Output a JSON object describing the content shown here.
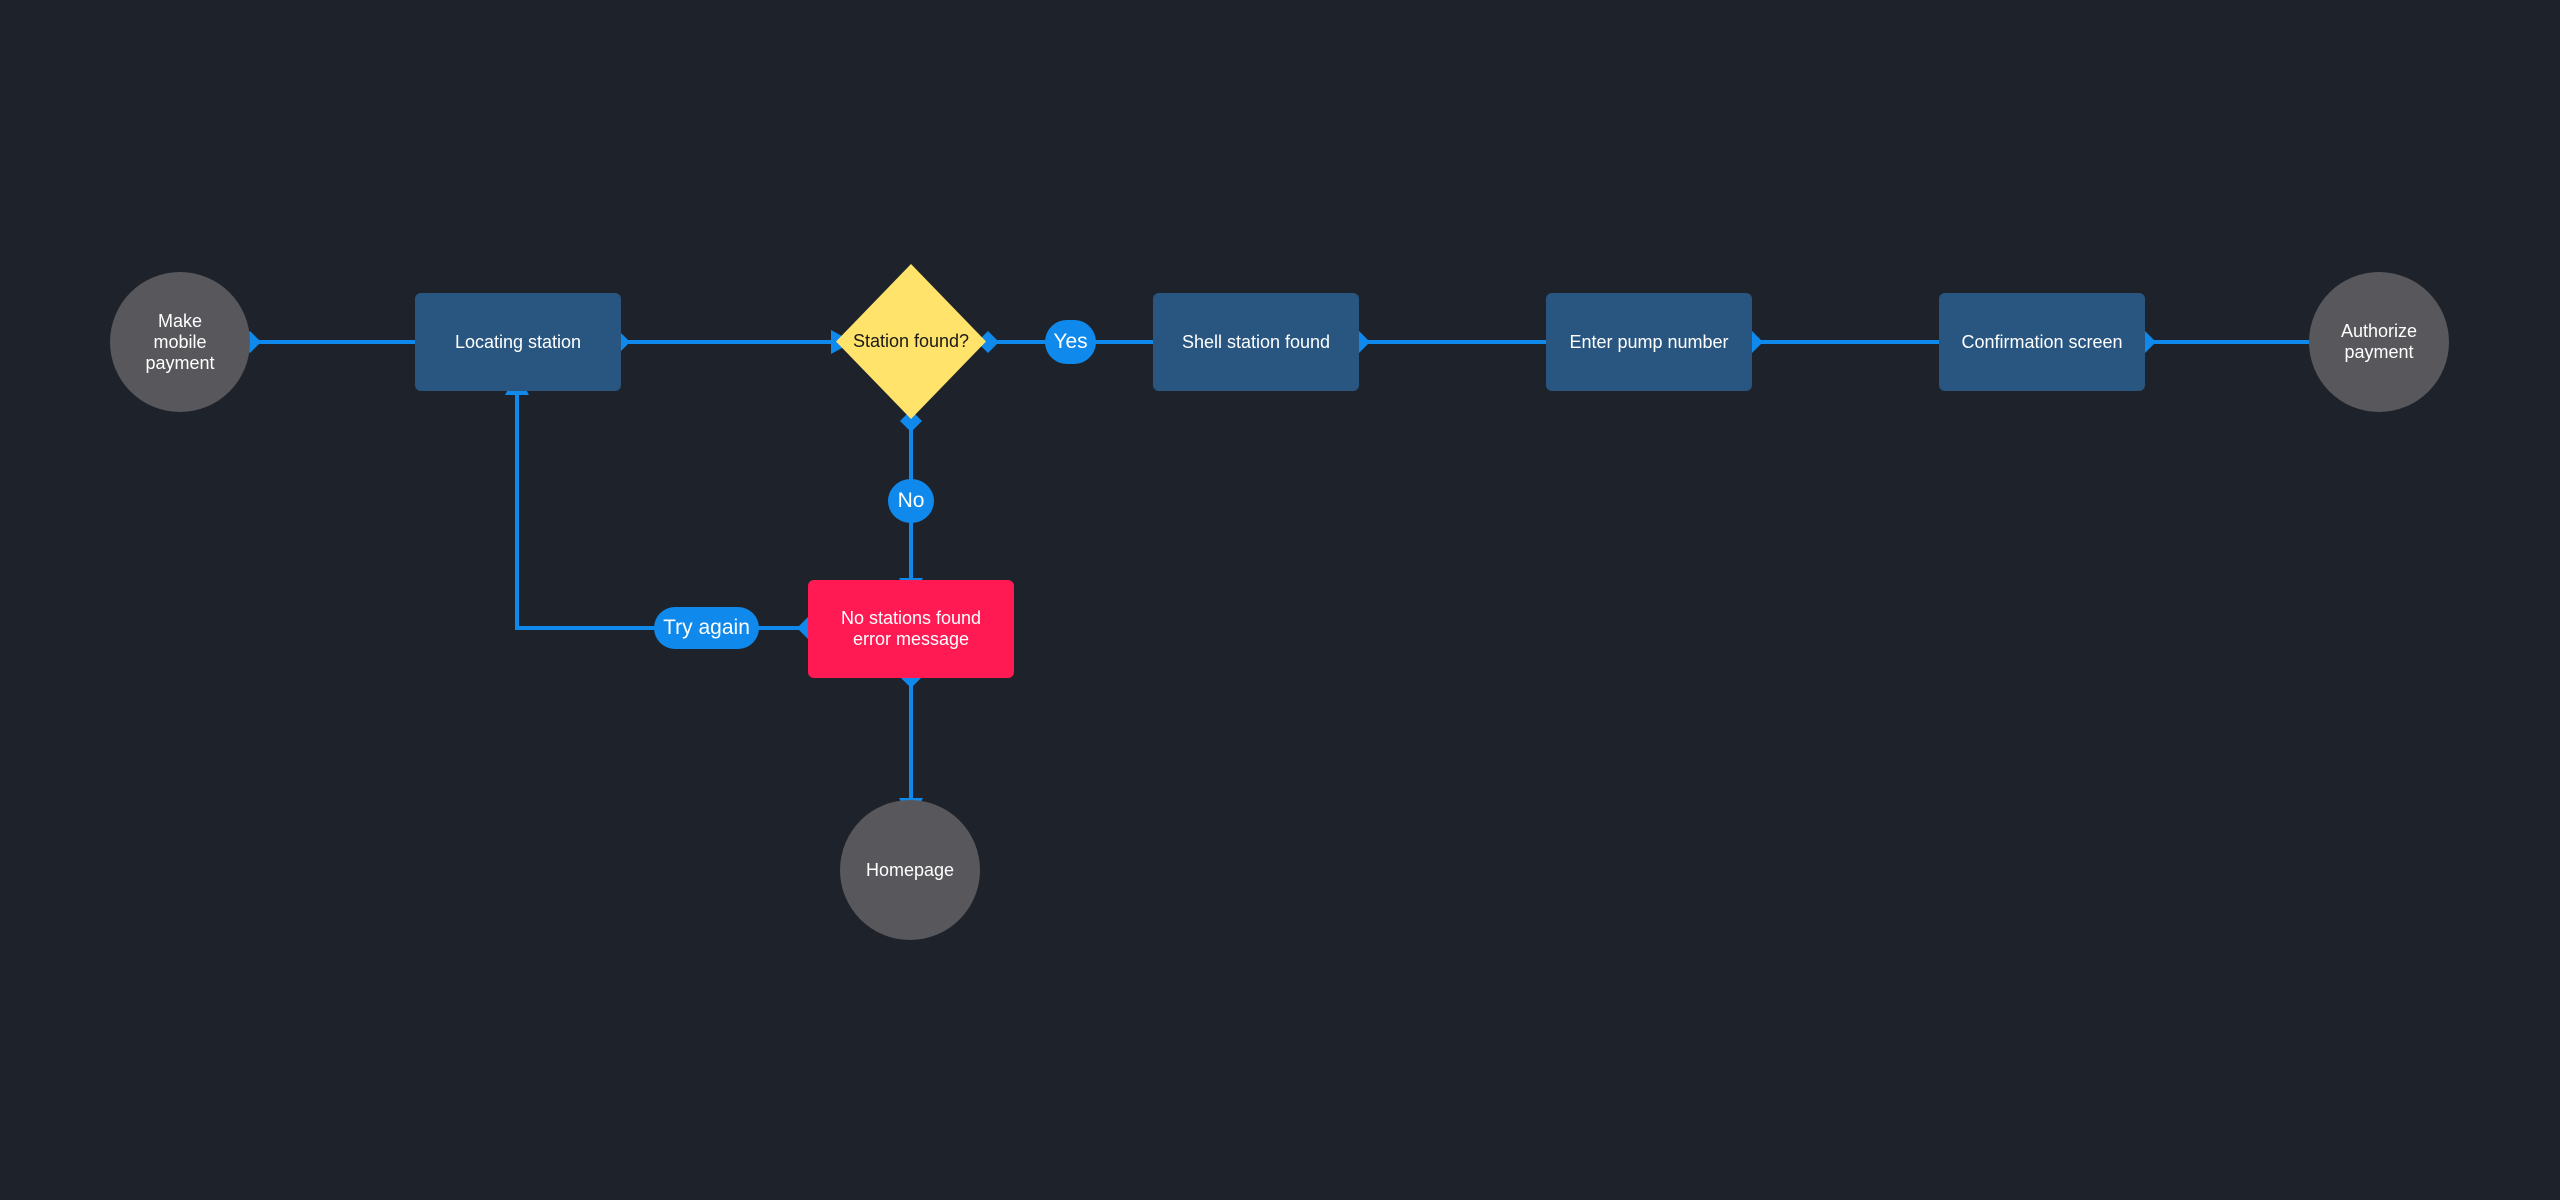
{
  "colors": {
    "background": "#1e232b",
    "connector": "#0f89ec",
    "terminal": "#58575c",
    "process": "#295680",
    "decision": "#ffe36b",
    "error": "#ff1a53",
    "label_badge": "#0f89ec"
  },
  "nodes": {
    "make_mobile_payment": "Make\nmobile\npayment",
    "locating_station": "Locating station",
    "station_found": "Station found?",
    "shell_station_found": "Shell station found",
    "enter_pump_number": "Enter pump number",
    "confirmation_screen": "Confirmation screen",
    "authorize_payment": "Authorize\npayment",
    "no_stations_error": "No stations found\nerror message",
    "homepage": "Homepage"
  },
  "edge_labels": {
    "yes": "Yes",
    "no": "No",
    "try_again": "Try again"
  },
  "icons": {
    "connector_start": "diamond-marker-icon",
    "connector_end": "arrowhead-icon"
  }
}
